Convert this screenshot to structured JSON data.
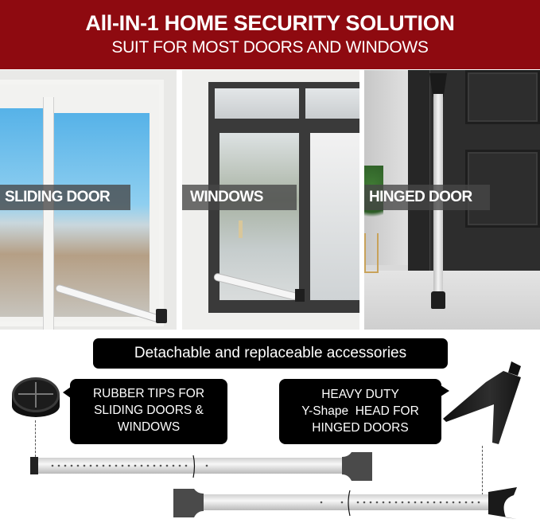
{
  "header": {
    "title": "All-IN-1 HOME SECURITY SOLUTION",
    "subtitle": "SUIT FOR MOST DOORS AND WINDOWS",
    "background_color": "#8e0a10"
  },
  "panels": [
    {
      "label": "SLIDING DOOR",
      "scene": "sliding-door-photo"
    },
    {
      "label": "WINDOWS",
      "scene": "window-photo"
    },
    {
      "label": "HINGED DOOR",
      "scene": "hinged-door-photo"
    }
  ],
  "accessories": {
    "banner": "Detachable and replaceable accessories",
    "rubber_tip_callout": [
      "RUBBER TIPS FOR",
      "SLIDING DOORS &",
      "WINDOWS"
    ],
    "y_head_callout": [
      "HEAVY DUTY",
      "Y-Shape  HEAD FOR",
      "HINGED DOORS"
    ]
  },
  "icons": {
    "rubber_tip": "rubber-tip-icon",
    "y_head": "y-shape-head-icon",
    "security_bar": "security-bar-icon"
  }
}
